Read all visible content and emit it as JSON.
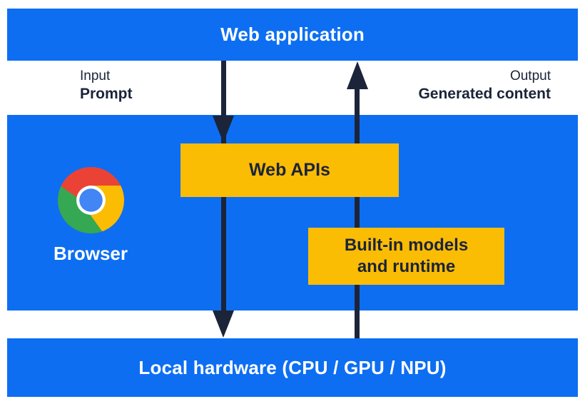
{
  "palette": {
    "band_blue": "#0d6ef2",
    "box_yellow": "#fbbc04",
    "arrow_navy": "#1b2439",
    "logo_red": "#ea4335",
    "logo_green": "#34a853",
    "logo_yellow": "#fbbc04",
    "logo_blue": "#4285f4"
  },
  "layers": {
    "web_application": {
      "label": "Web application"
    },
    "browser": {
      "label": "Browser",
      "web_apis_label": "Web APIs",
      "builtin_models_line1": "Built-in models",
      "builtin_models_line2": "and runtime"
    },
    "local_hardware": {
      "label": "Local hardware (CPU / GPU / NPU)"
    }
  },
  "io_labels": {
    "input_title": "Input",
    "input_value": "Prompt",
    "output_title": "Output",
    "output_value": "Generated content"
  }
}
